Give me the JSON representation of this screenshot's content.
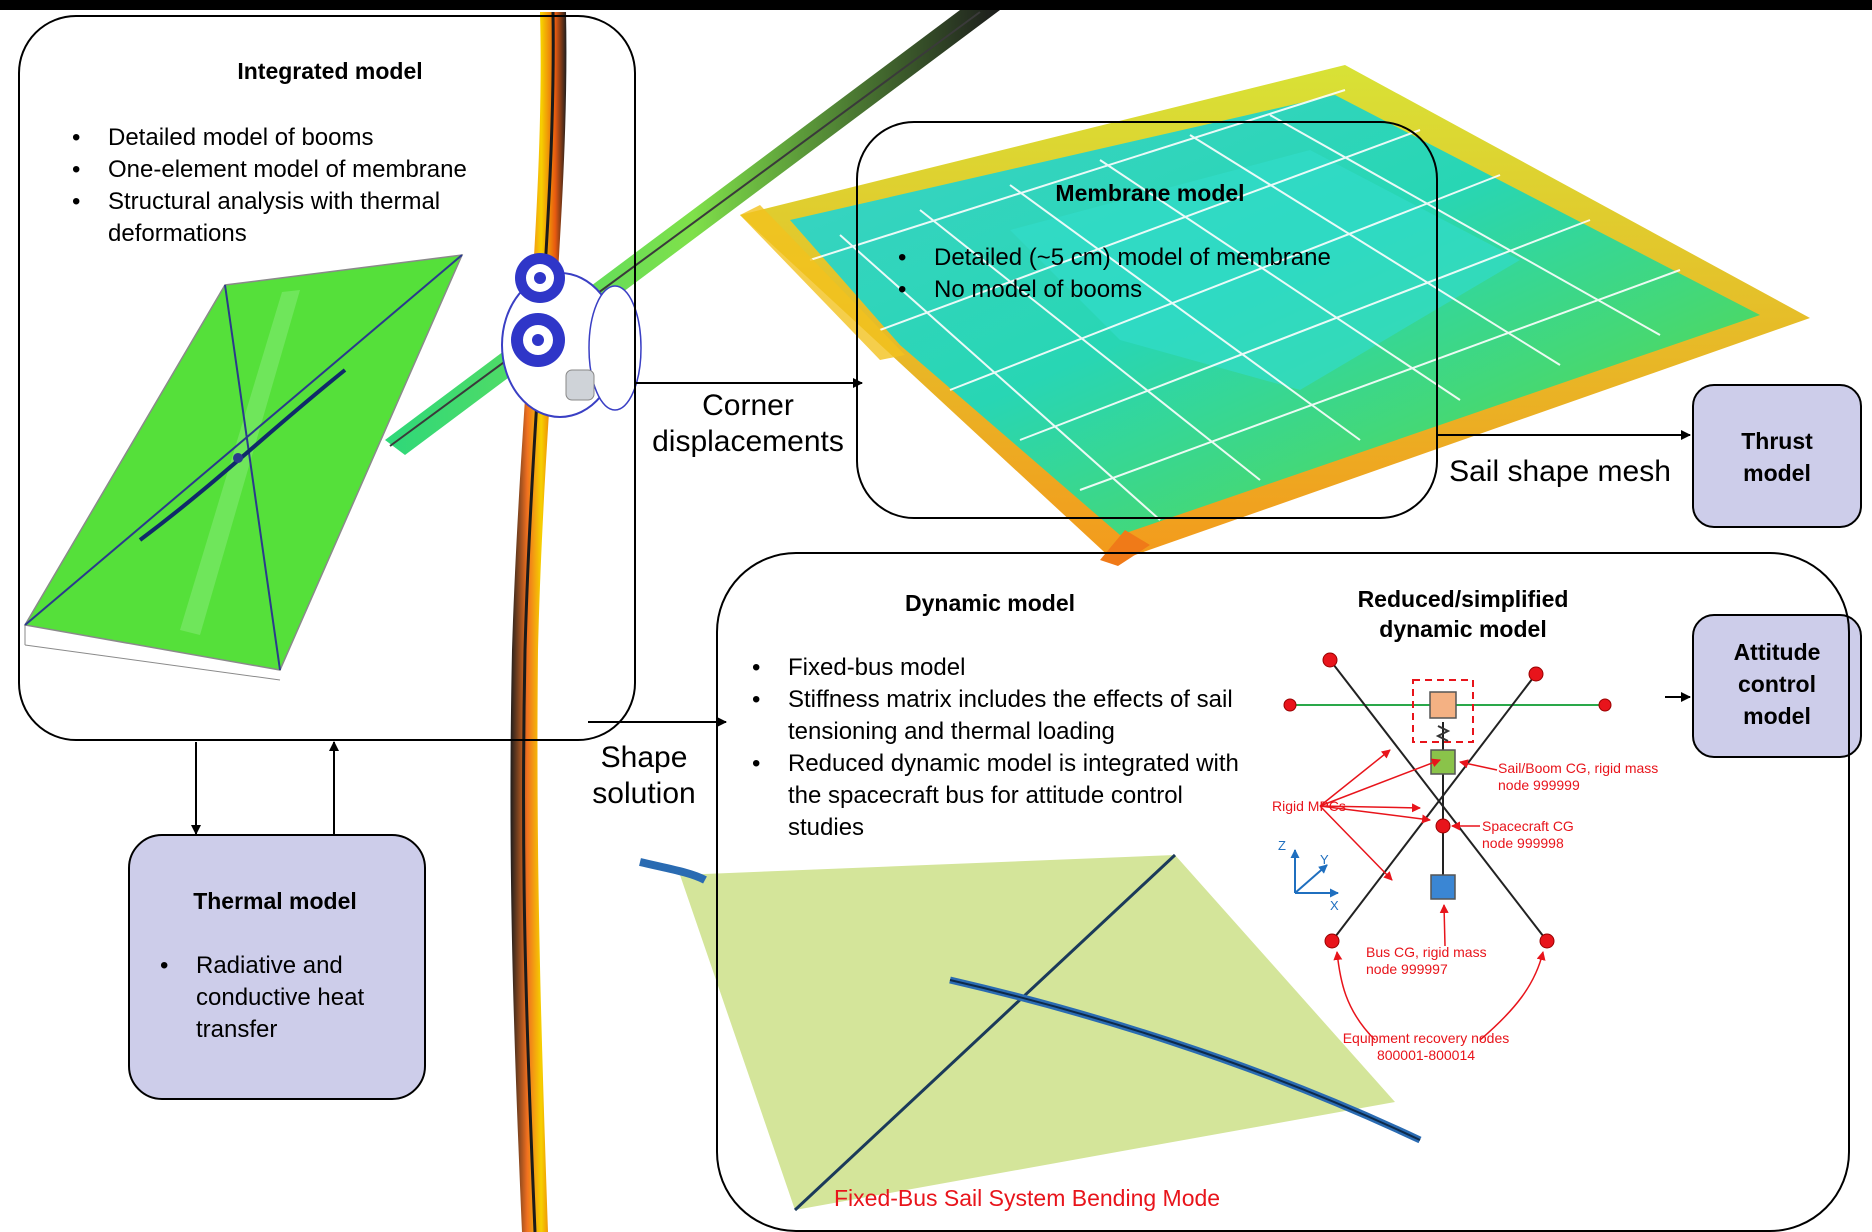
{
  "integrated": {
    "title": "Integrated model",
    "bullets": [
      "Detailed model of booms",
      "One-element model of membrane",
      "Structural analysis with thermal deformations"
    ]
  },
  "membrane": {
    "title": "Membrane model",
    "bullets": [
      "Detailed (~5 cm) model of membrane",
      "No model of booms"
    ]
  },
  "thrust": {
    "title": "Thrust model"
  },
  "attitude": {
    "title": "Attitude control model"
  },
  "thermal": {
    "title": "Thermal model",
    "bullets": [
      "Radiative and conductive heat transfer"
    ]
  },
  "dynamic": {
    "title": "Dynamic model",
    "bullets": [
      "Fixed-bus model",
      "Stiffness matrix includes the effects of sail tensioning and thermal loading",
      "Reduced dynamic model is integrated with the spacecraft bus for attitude control studies"
    ],
    "caption": "Fixed-Bus Sail System Bending Mode"
  },
  "reduced": {
    "title": "Reduced/simplified dynamic model",
    "labels": {
      "rigid_mpcs": "Rigid MPCs",
      "sail_boom_cg": "Sail/Boom CG, rigid mass node 999999",
      "spacecraft_cg": "Spacecraft CG node 999998",
      "bus_cg": "Bus CG, rigid mass node 999997",
      "equipment": "Equipment recovery nodes 800001-800014"
    },
    "axes": {
      "z": "Z",
      "y": "Y",
      "x": "X"
    }
  },
  "arrows": {
    "corner": "Corner displacements",
    "sail_shape": "Sail shape mesh",
    "shape_solution": "Shape solution"
  },
  "colors": {
    "box_fill": "#cdcdea",
    "annotation_red": "#e8141b",
    "integrated_sail": "#55e03a",
    "dynamic_sail": "#d4e59a",
    "boom_blue": "#2a6bb2"
  }
}
